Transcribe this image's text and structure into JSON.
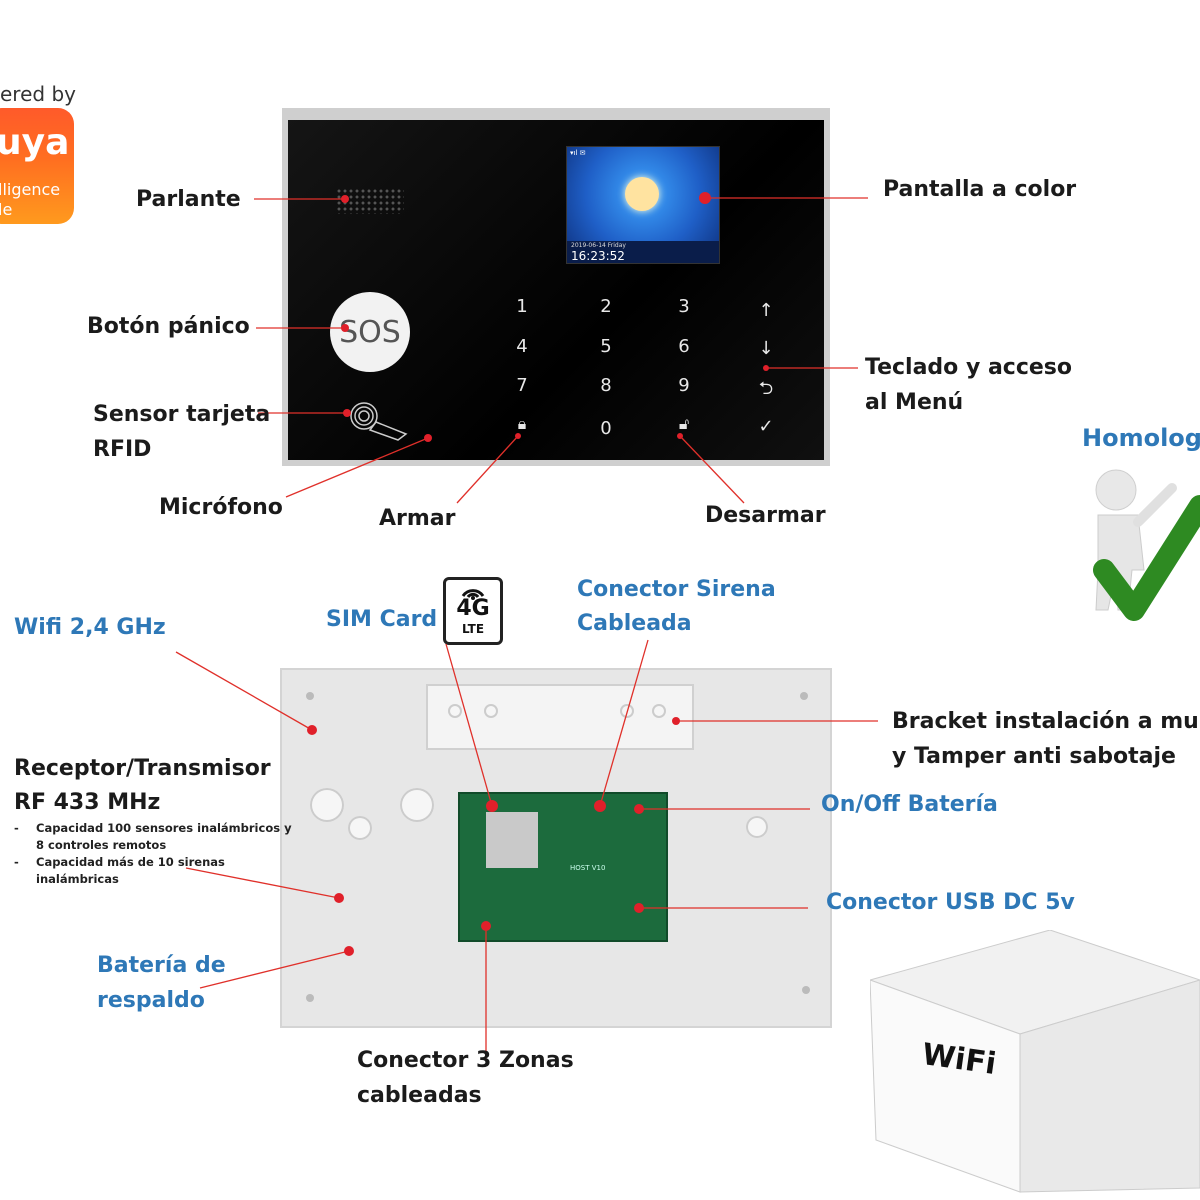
{
  "brand": {
    "powered_by": "ered by",
    "logo_word": "uya",
    "logo_sub1": "lligence",
    "logo_sub2": "le"
  },
  "front_panel": {
    "screen_time": "16:23:52",
    "screen_date": "2019-06-14 Friday",
    "sos_label": "SOS",
    "keys": [
      "1",
      "2",
      "3",
      "4",
      "5",
      "6",
      "7",
      "8",
      "9",
      "0"
    ],
    "labels": {
      "parlante": "Parlante",
      "pantalla": "Pantalla a color",
      "boton_panico": "Botón pánico",
      "sensor_tarjeta_1": "Sensor tarjeta",
      "sensor_tarjeta_2": "RFID",
      "teclado_1": "Teclado y acceso",
      "teclado_2": "al Menú",
      "microfono": "Micrófono",
      "armar": "Armar",
      "desarmar": "Desarmar"
    }
  },
  "back_panel": {
    "labels": {
      "wifi": "Wifi 2,4 GHz",
      "sim_card": "SIM Card",
      "sirena_1": "Conector Sirena",
      "sirena_2": "Cableada",
      "bracket_1": "Bracket instalación a muro",
      "bracket_2": "y Tamper anti sabotaje",
      "rf_1": "Receptor/Transmisor",
      "rf_2": "RF 433 MHz",
      "onoff": "On/Off Batería",
      "usb": "Conector USB DC 5v",
      "bateria_1": "Batería de",
      "bateria_2": "respaldo",
      "zonas_1": "Conector 3 Zonas",
      "zonas_2": "cableadas"
    },
    "rf_notes": [
      "Capacidad 100 sensores inalámbricos y",
      "8 controles remotos",
      "Capacidad más de 10 sirenas",
      "inalámbricas"
    ],
    "pcb_text": "HOST V10"
  },
  "lte_icon": {
    "big": "4G",
    "small": "LTE"
  },
  "homologado": "Homologa",
  "box": {
    "wifi_logo": "WiFi"
  },
  "colors": {
    "callout_line": "#e0302a",
    "blue_label": "#2e78b7",
    "dot": "#e0202a"
  }
}
